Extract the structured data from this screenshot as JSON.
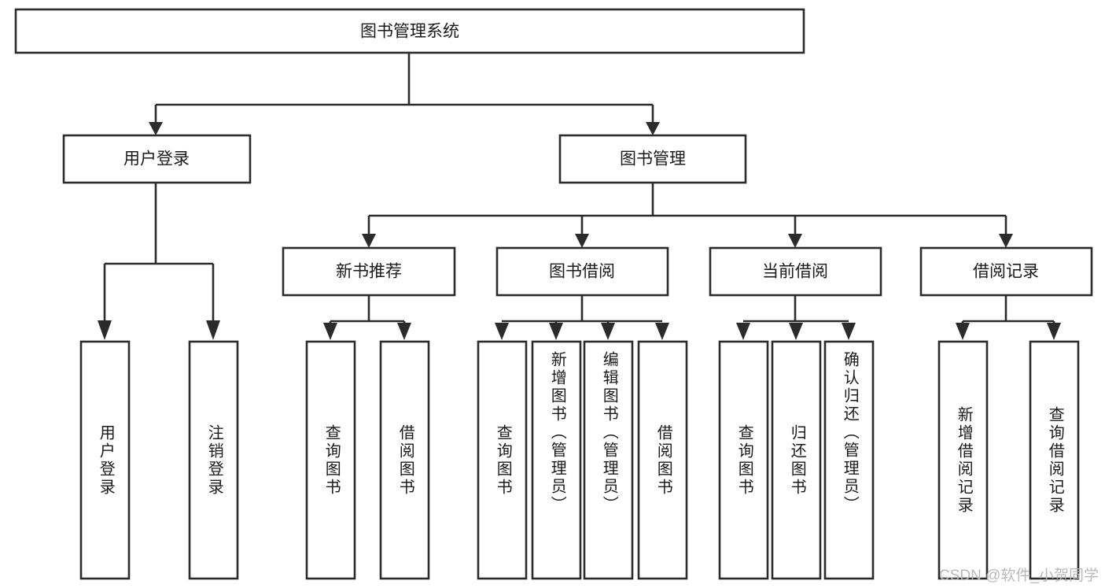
{
  "diagram": {
    "title": "图书管理系统",
    "type": "tree-hierarchy",
    "root": {
      "label": "图书管理系统"
    },
    "level2": [
      {
        "label": "用户登录"
      },
      {
        "label": "图书管理"
      }
    ],
    "level3": [
      {
        "label": "新书推荐"
      },
      {
        "label": "图书借阅"
      },
      {
        "label": "当前借阅"
      },
      {
        "label": "借阅记录"
      }
    ],
    "leaves": {
      "user_login": [
        {
          "label": "用户登录"
        },
        {
          "label": "注销登录"
        }
      ],
      "new_book_recommend": [
        {
          "label": "查询图书"
        },
        {
          "label": "借阅图书"
        }
      ],
      "book_borrow": [
        {
          "label": "查询图书"
        },
        {
          "label": "新增图书（管理员）"
        },
        {
          "label": "编辑图书（管理员）"
        },
        {
          "label": "借阅图书"
        }
      ],
      "current_borrow": [
        {
          "label": "查询图书"
        },
        {
          "label": "归还图书"
        },
        {
          "label": "确认归还（管理员）"
        }
      ],
      "borrow_record": [
        {
          "label": "新增借阅记录"
        },
        {
          "label": "查询借阅记录"
        }
      ]
    },
    "watermark": "CSDN @软件_小贺同学",
    "colors": {
      "stroke": "#2b2b2b",
      "fill": "#ffffff",
      "text": "#1a1a1a",
      "watermark": "#b9b9b9",
      "background": "#ffffff"
    }
  }
}
